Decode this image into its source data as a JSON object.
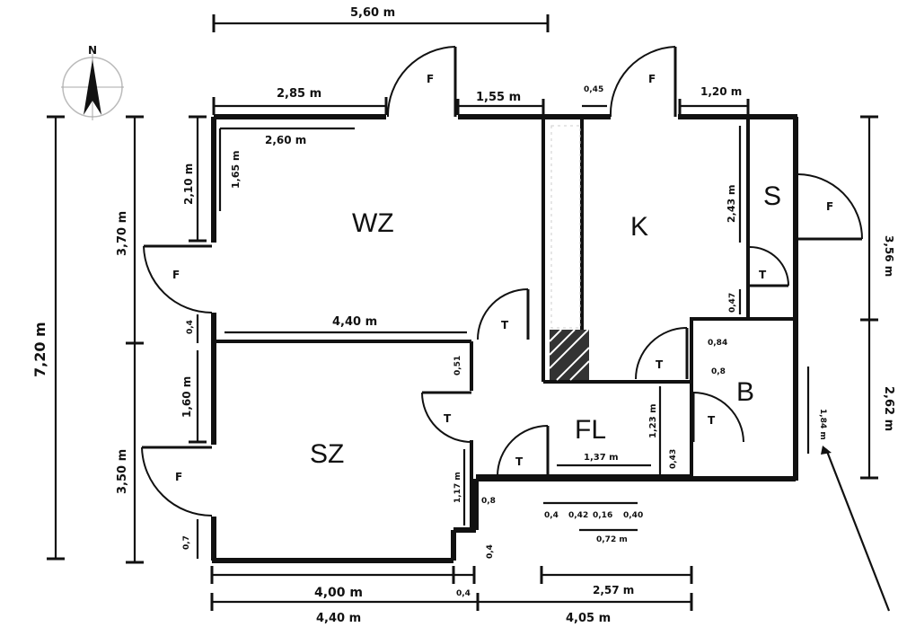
{
  "compass": {
    "north": "N"
  },
  "rooms": {
    "wz": "WZ",
    "k": "K",
    "s": "S",
    "sz": "SZ",
    "fl": "FL",
    "b": "B"
  },
  "doors": {
    "f": "F",
    "t": "T"
  },
  "dims": {
    "top_total": "5,60 m",
    "top_left": "2,85 m",
    "top_mid": "1,55 m",
    "top_k": "0,45",
    "top_right": "1,20 m",
    "wz_width": "2,60 m",
    "wz_height_a": "1,65 m",
    "wz_height_b": "2,10 m",
    "left_upper": "3,70 m",
    "left_total": "7,20 m",
    "left_lower": "3,50 m",
    "left_mid": "1,60 m",
    "left_small_a": "0,4",
    "left_small_b": "0,7",
    "sz_top": "4,40 m",
    "corr_a": "0,51",
    "k_right": "2,43 m",
    "k_small": "0,47",
    "b_width": "0,84",
    "b_small": "0,8",
    "fl_height": "1,23 m",
    "fl_width": "1,37 m",
    "fl_small": "0,43",
    "sz_right": "1,17 m",
    "sz_small": "0,8",
    "sz_small2": "0,4",
    "right_upper": "3,56 m",
    "right_lower": "2,62 m",
    "right_side": "1,84 m",
    "bot_sz": "4,00 m",
    "bot_gap": "0,4",
    "bot_left": "4,40 m",
    "bot_right": "4,05 m",
    "bot_fl": "2,57 m",
    "bot_fl_small1": "0,4",
    "bot_fl_small2": "0,42",
    "bot_fl_small3": "0,16",
    "bot_fl_small4": "0,40",
    "bot_fl_total": "0,72 m"
  }
}
